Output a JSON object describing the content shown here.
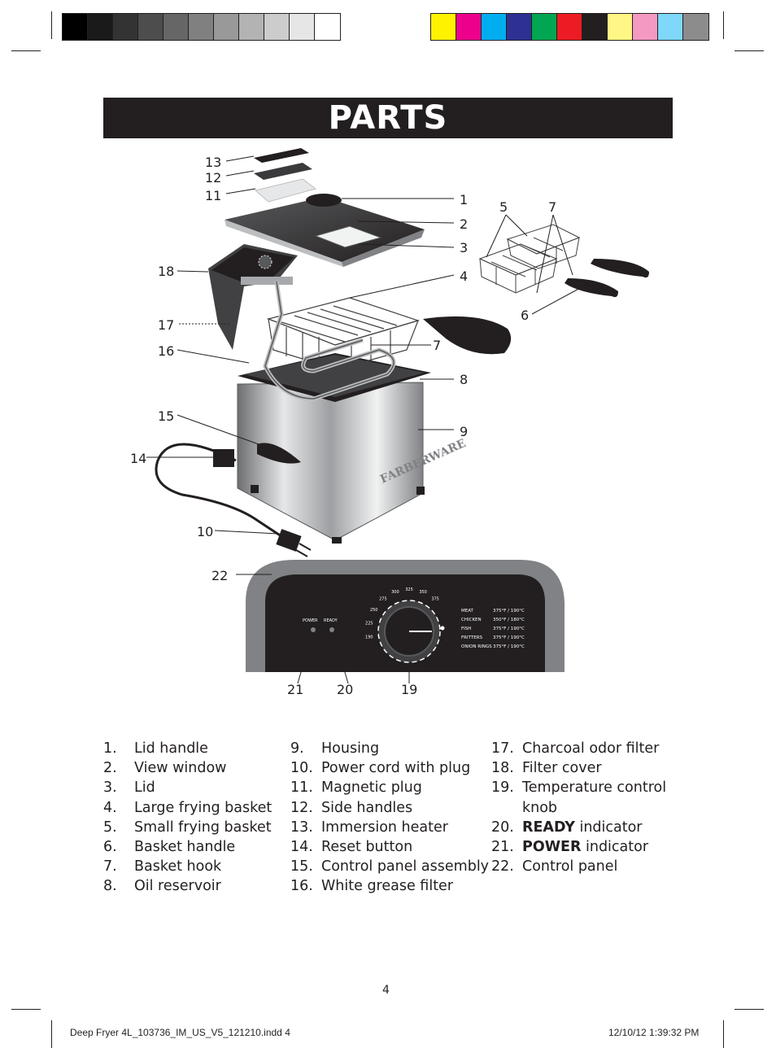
{
  "colors": {
    "grayscale_bar": [
      "#000000",
      "#1a1a1a",
      "#333333",
      "#4d4d4d",
      "#666666",
      "#808080",
      "#999999",
      "#b3b3b3",
      "#cccccc",
      "#e6e6e6",
      "#ffffff"
    ],
    "color_bar": [
      "#fff200",
      "#ec008c",
      "#00aeef",
      "#2e3192",
      "#00a651",
      "#ed1c24",
      "#231f20",
      "#fff685",
      "#f49ac1",
      "#7fd8f9",
      "#8c8c8c"
    ],
    "title_background": "#231f20",
    "title_text": "#ffffff"
  },
  "title": "PARTS",
  "callouts": [
    "1",
    "2",
    "3",
    "4",
    "5",
    "7",
    "6",
    "7",
    "8",
    "9",
    "10",
    "11",
    "12",
    "13",
    "14",
    "15",
    "16",
    "17",
    "18",
    "19",
    "20",
    "21",
    "22"
  ],
  "brand": "FARBERWARE",
  "control_panel": {
    "power_label": "POWER",
    "ready_label": "READY",
    "dial_marks": [
      "300",
      "325",
      "350",
      "375",
      "275",
      "250",
      "225",
      "190"
    ],
    "cooking_guide": [
      {
        "food": "MEAT",
        "temp": "375°F / 190°C"
      },
      {
        "food": "CHICKEN",
        "temp": "350°F / 180°C"
      },
      {
        "food": "FISH",
        "temp": "375°F / 190°C"
      },
      {
        "food": "FRITTERS",
        "temp": "375°F / 190°C"
      },
      {
        "food": "ONION RINGS",
        "temp": "375°F / 190°C"
      }
    ]
  },
  "parts_list": {
    "col1": [
      {
        "num": "1.",
        "label": "Lid handle"
      },
      {
        "num": "2.",
        "label": "View window"
      },
      {
        "num": "3.",
        "label": "Lid"
      },
      {
        "num": "4.",
        "label": "Large frying basket"
      },
      {
        "num": "5.",
        "label": "Small frying basket"
      },
      {
        "num": "6.",
        "label": "Basket handle"
      },
      {
        "num": "7.",
        "label": "Basket hook"
      },
      {
        "num": "8.",
        "label": "Oil reservoir"
      }
    ],
    "col2": [
      {
        "num": "9.",
        "label": "Housing"
      },
      {
        "num": "10.",
        "label": "Power cord with plug"
      },
      {
        "num": "11.",
        "label": "Magnetic plug"
      },
      {
        "num": "12.",
        "label": "Side handles"
      },
      {
        "num": "13.",
        "label": "Immersion heater"
      },
      {
        "num": "14.",
        "label": "Reset button"
      },
      {
        "num": "15.",
        "label": "Control panel assembly"
      },
      {
        "num": "16.",
        "label": "White grease filter"
      }
    ],
    "col3": [
      {
        "num": "17.",
        "label": "Charcoal odor filter"
      },
      {
        "num": "18.",
        "label": "Filter cover"
      },
      {
        "num": "19.",
        "label": "Temperature control knob"
      },
      {
        "num": "20.",
        "bold": "READY",
        "label": " indicator"
      },
      {
        "num": "21.",
        "bold": "POWER",
        "label": " indicator"
      },
      {
        "num": "22.",
        "label": "Control panel"
      }
    ]
  },
  "page_number": "4",
  "slug_left": "Deep Fryer 4L_103736_IM_US_V5_121210.indd   4",
  "slug_right": "12/10/12   1:39:32 PM"
}
